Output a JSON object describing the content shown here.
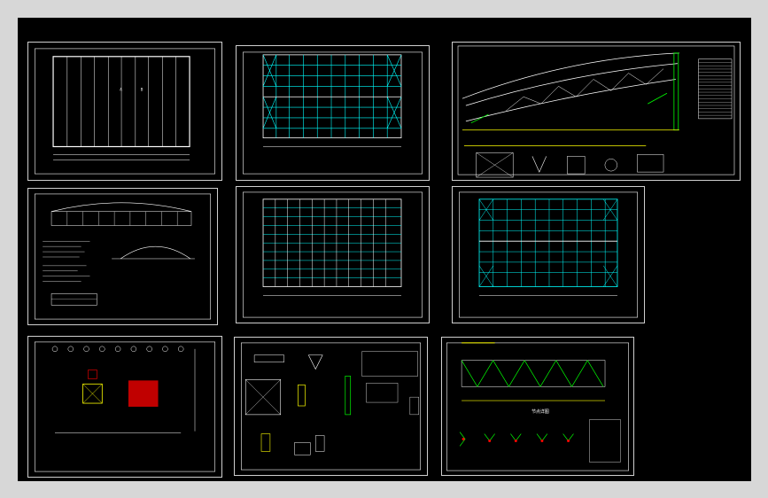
{
  "colors": {
    "background": "#000000",
    "frame": "#d7d7d7",
    "line_white": "#ffffff",
    "line_cyan": "#00ffff",
    "line_green": "#00ff00",
    "line_yellow": "#ffff00",
    "line_red": "#ff0000"
  },
  "drawing": {
    "sheet1": {
      "grid_labels": [
        "A",
        "B"
      ]
    },
    "sheet3": {
      "table_rows": 18
    },
    "sheet9": {
      "detail_title": "节点详图"
    }
  }
}
